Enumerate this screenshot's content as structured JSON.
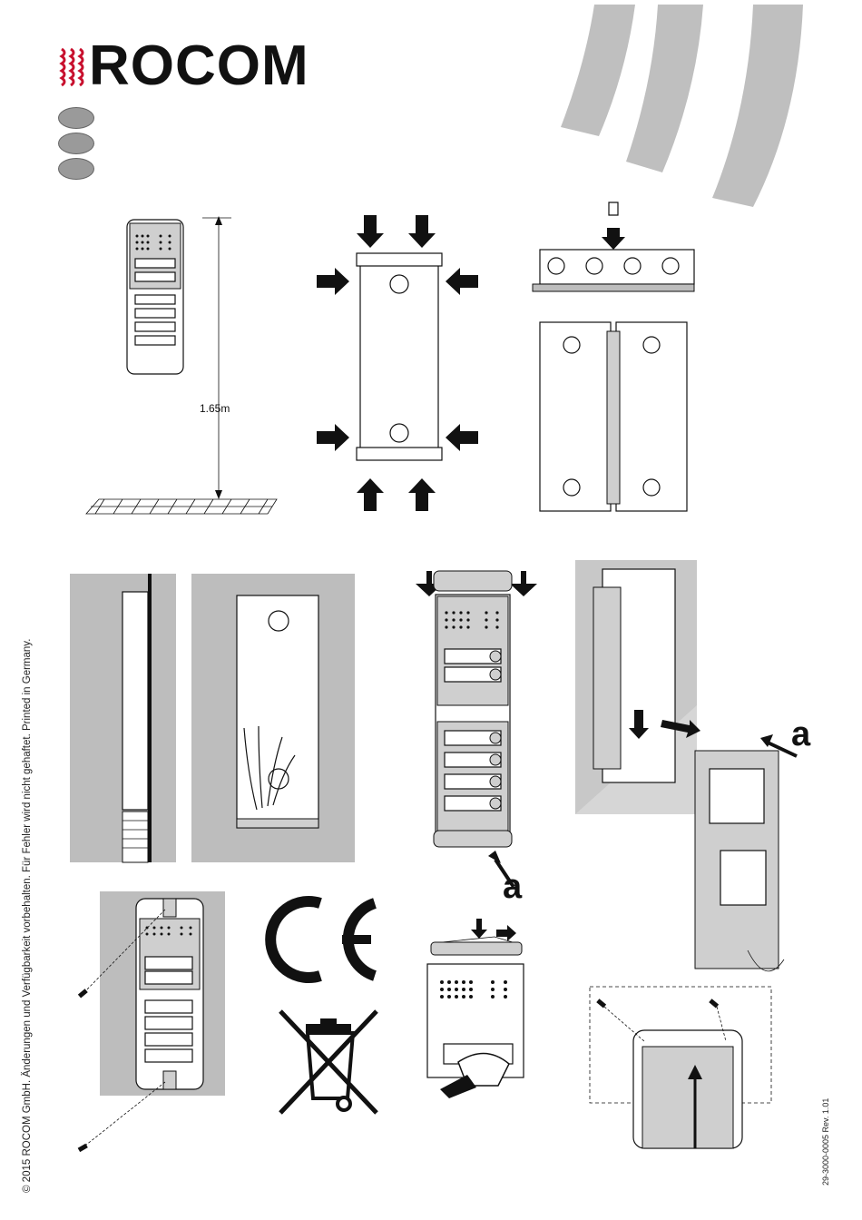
{
  "brand": {
    "name": "ROCOM"
  },
  "installation": {
    "height_label": "1.65m"
  },
  "callouts": {
    "a_label": "a"
  },
  "footer": {
    "copyright": "© 2015 ROCOM GmbH. Änderungen und Verfügbarkeit vorbehalten. Für Fehler wird nicht gehaftet. Printed in Germany.",
    "document_ref": "29-3000-0005 Rev. 1.01"
  },
  "colors": {
    "grey_panel": "#bdbdbd",
    "swoosh": "#bfbfbf",
    "ink": "#111111"
  }
}
